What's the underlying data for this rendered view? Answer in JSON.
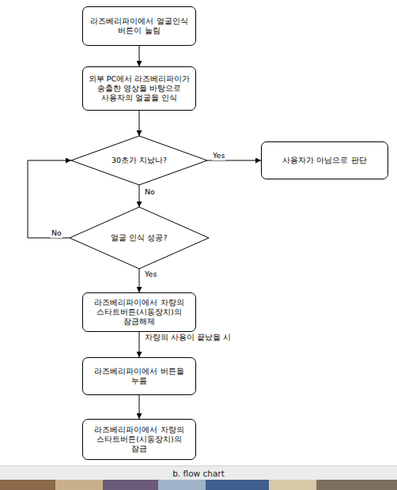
{
  "diagram": {
    "caption": "b. flow chart",
    "nodes": [
      {
        "text": [
          "라즈베리파이에서 얼굴인식 버튼이 눌림"
        ]
      },
      {
        "text": [
          "외부 PC에서 라즈베리파이가 송출한 영상을 바탕으로 사용자의 얼굴을 인식"
        ]
      },
      {
        "text": [
          "30초가 지났나?"
        ]
      },
      {
        "text": [
          "사용자가 아님으로 판단"
        ]
      },
      {
        "text": [
          "얼굴 인식 성공?"
        ]
      },
      {
        "text": [
          "라즈베리파이에서 차량의 스타트버튼(시동장치)의 잠금해제"
        ]
      },
      {
        "text": [
          "라즈베리파이에서 버튼을 누름"
        ]
      },
      {
        "text": [
          "라즈베리파이에서 차량의 스타트버튼(시동장치)의 잠금"
        ]
      }
    ],
    "edges": [
      {
        "from": 0,
        "to": 1,
        "arrow": "to"
      },
      {
        "from": 1,
        "to": 2,
        "arrow": "to"
      },
      {
        "from": 2,
        "to": 3,
        "label": "Yes",
        "arrow": "to"
      },
      {
        "from": 2,
        "to": 4,
        "label": "No",
        "arrow": "to"
      },
      {
        "from": 4,
        "to": 2,
        "label": "No",
        "arrow": "to"
      },
      {
        "from": 4,
        "to": 5,
        "label": "Yes",
        "arrow": "to"
      },
      {
        "from": 5,
        "to": 6,
        "label": "차량의 사용이 끝났을 시",
        "arrow": "to"
      },
      {
        "from": 6,
        "to": 7,
        "arrow": "to"
      }
    ]
  }
}
